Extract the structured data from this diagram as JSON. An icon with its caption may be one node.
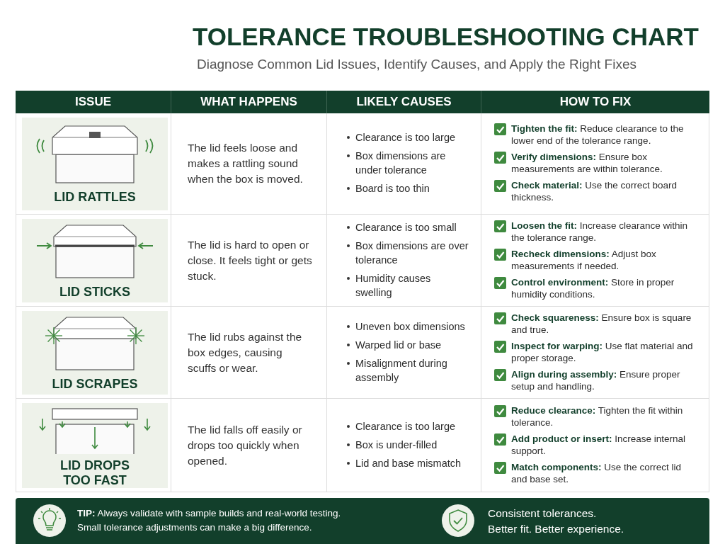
{
  "diagram": {
    "title": "TOLERANCE TROUBLESHOOTING CHART",
    "labels": [
      "Diagnose Common Lid Issues, Identify Causes, and Apply the Right Fixes",
      "ISSUE",
      "WHAT HAPPENS",
      "LIKELY CAUSES",
      "HOW TO FIX",
      "LID RATTLES",
      "The lid feels loose and makes a rattling sound when the box is moved.",
      "Clearance is too large",
      "Box dimensions are under tolerance",
      "Board is too thin",
      "**Tighten the fit:** Reduce clearance to the lower end of the tolerance range.",
      "**Verify dimensions:** Ensure box measurements are within tolerance.",
      "**Check material:** Use the correct board thickness.",
      "LID STICKS",
      "The lid is hard to open or close. It feels tight or gets stuck.",
      "Clearance is too small",
      "Box dimensions are over tolerance",
      "Humidity causes swelling",
      "**Loosen the fit:** Increase clearance within the tolerance range.",
      "**Recheck dimensions:** Adjust box measurements if needed.",
      "**Control environment:** Store in proper humidity conditions.",
      "LID SCRAPES",
      "The lid rubs against the box edges, causing scuffs or wear.",
      "Uneven box dimensions",
      "Warped lid or base",
      "Misalignment during assembly",
      "**Check squareness:** Ensure box is square and true.",
      "**Inspect for warping:** Use flat material and proper storage.",
      "**Align during assembly:** Ensure proper setup and handling.",
      "LID DROPS TOO FAST",
      "The lid falls off easily or drops too quickly when opened.",
      "Clearance is too large",
      "Box is under-filled",
      "Lid and base mismatch",
      "**Reduce clearance:** Tighten the fit within tolerance.",
      "**Add product or insert:** Increase internal support.",
      "**Match components:** Use the correct lid and base set.",
      "**TIP:** Always validate with sample builds and real-world testing. Small tolerance adjustments can make a big difference.",
      "Consistent tolerances.",
      "Better fit. Better experience."
    ]
  }
}
